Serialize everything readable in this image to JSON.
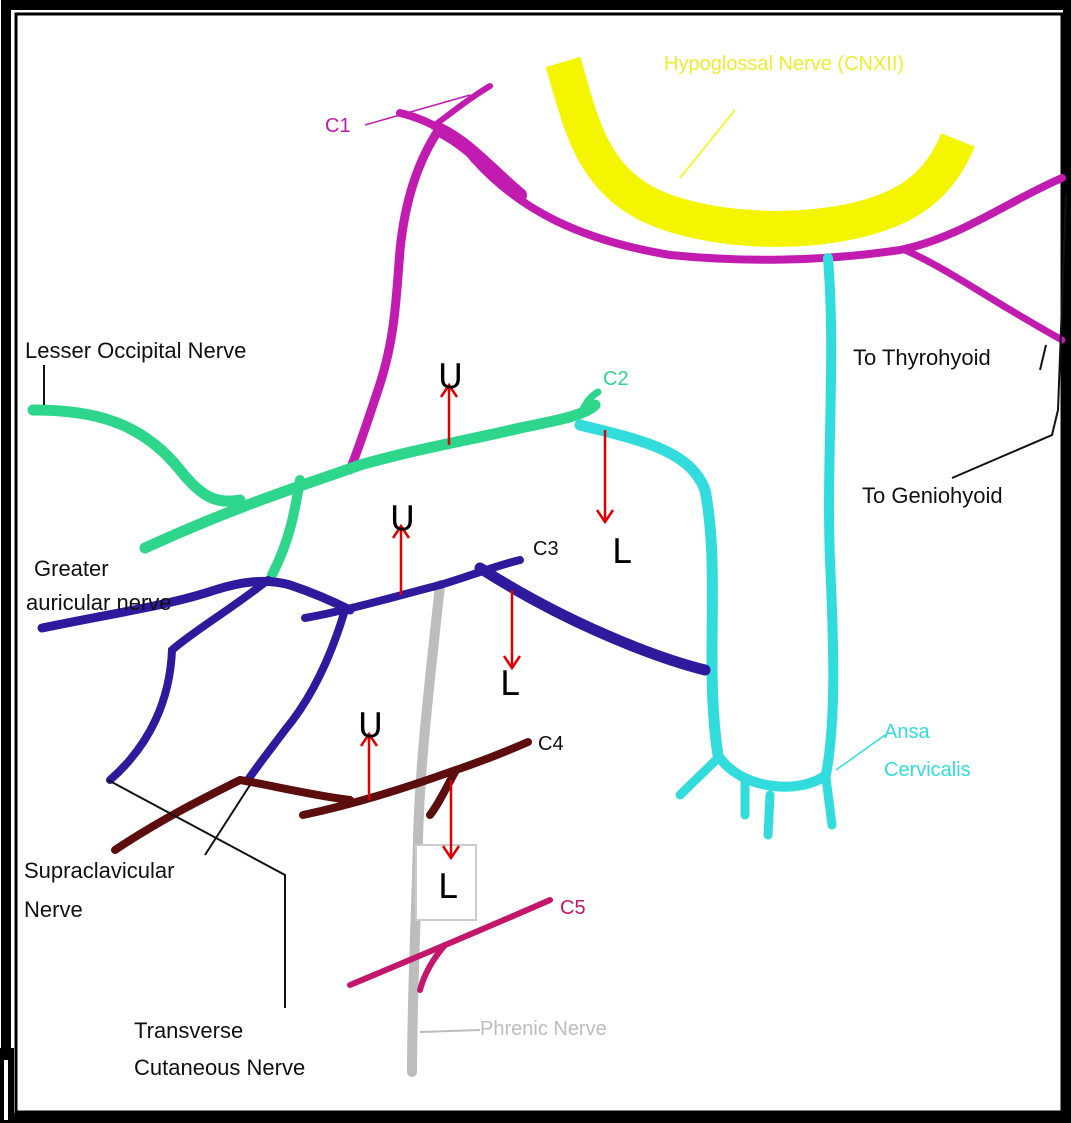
{
  "diagram": {
    "labels": {
      "hypoglossal": "Hypoglossal Nerve (CNXII)",
      "c1": "C1",
      "c2": "C2",
      "c3": "C3",
      "c4": "C4",
      "c5": "C5",
      "lesser_occipital": "Lesser Occipital Nerve",
      "greater_auricular_1": "Greater",
      "greater_auricular_2": "auricular nerve",
      "to_thyrohyoid": "To Thyrohyoid",
      "to_geniohyoid": "To Geniohyoid",
      "ansa_1": "Ansa",
      "ansa_2": "Cervicalis",
      "supraclavicular_1": "Supraclavicular",
      "supraclavicular_2": "Nerve",
      "transverse_1": "Transverse",
      "transverse_2": "Cutaneous Nerve",
      "phrenic": "Phrenic Nerve"
    },
    "markers": {
      "upper": "U",
      "lower": "L"
    },
    "colors": {
      "hypoglossal": "#f5f500",
      "c1": "#c21bb0",
      "c2": "#2ed68c",
      "c3": "#2d1a9c",
      "c4": "#5c0d0d",
      "c5": "#c4166a",
      "ansa": "#33dcdc",
      "phrenic": "#bdbdbd",
      "arrow": "#e00000",
      "leader": "#111111"
    }
  }
}
